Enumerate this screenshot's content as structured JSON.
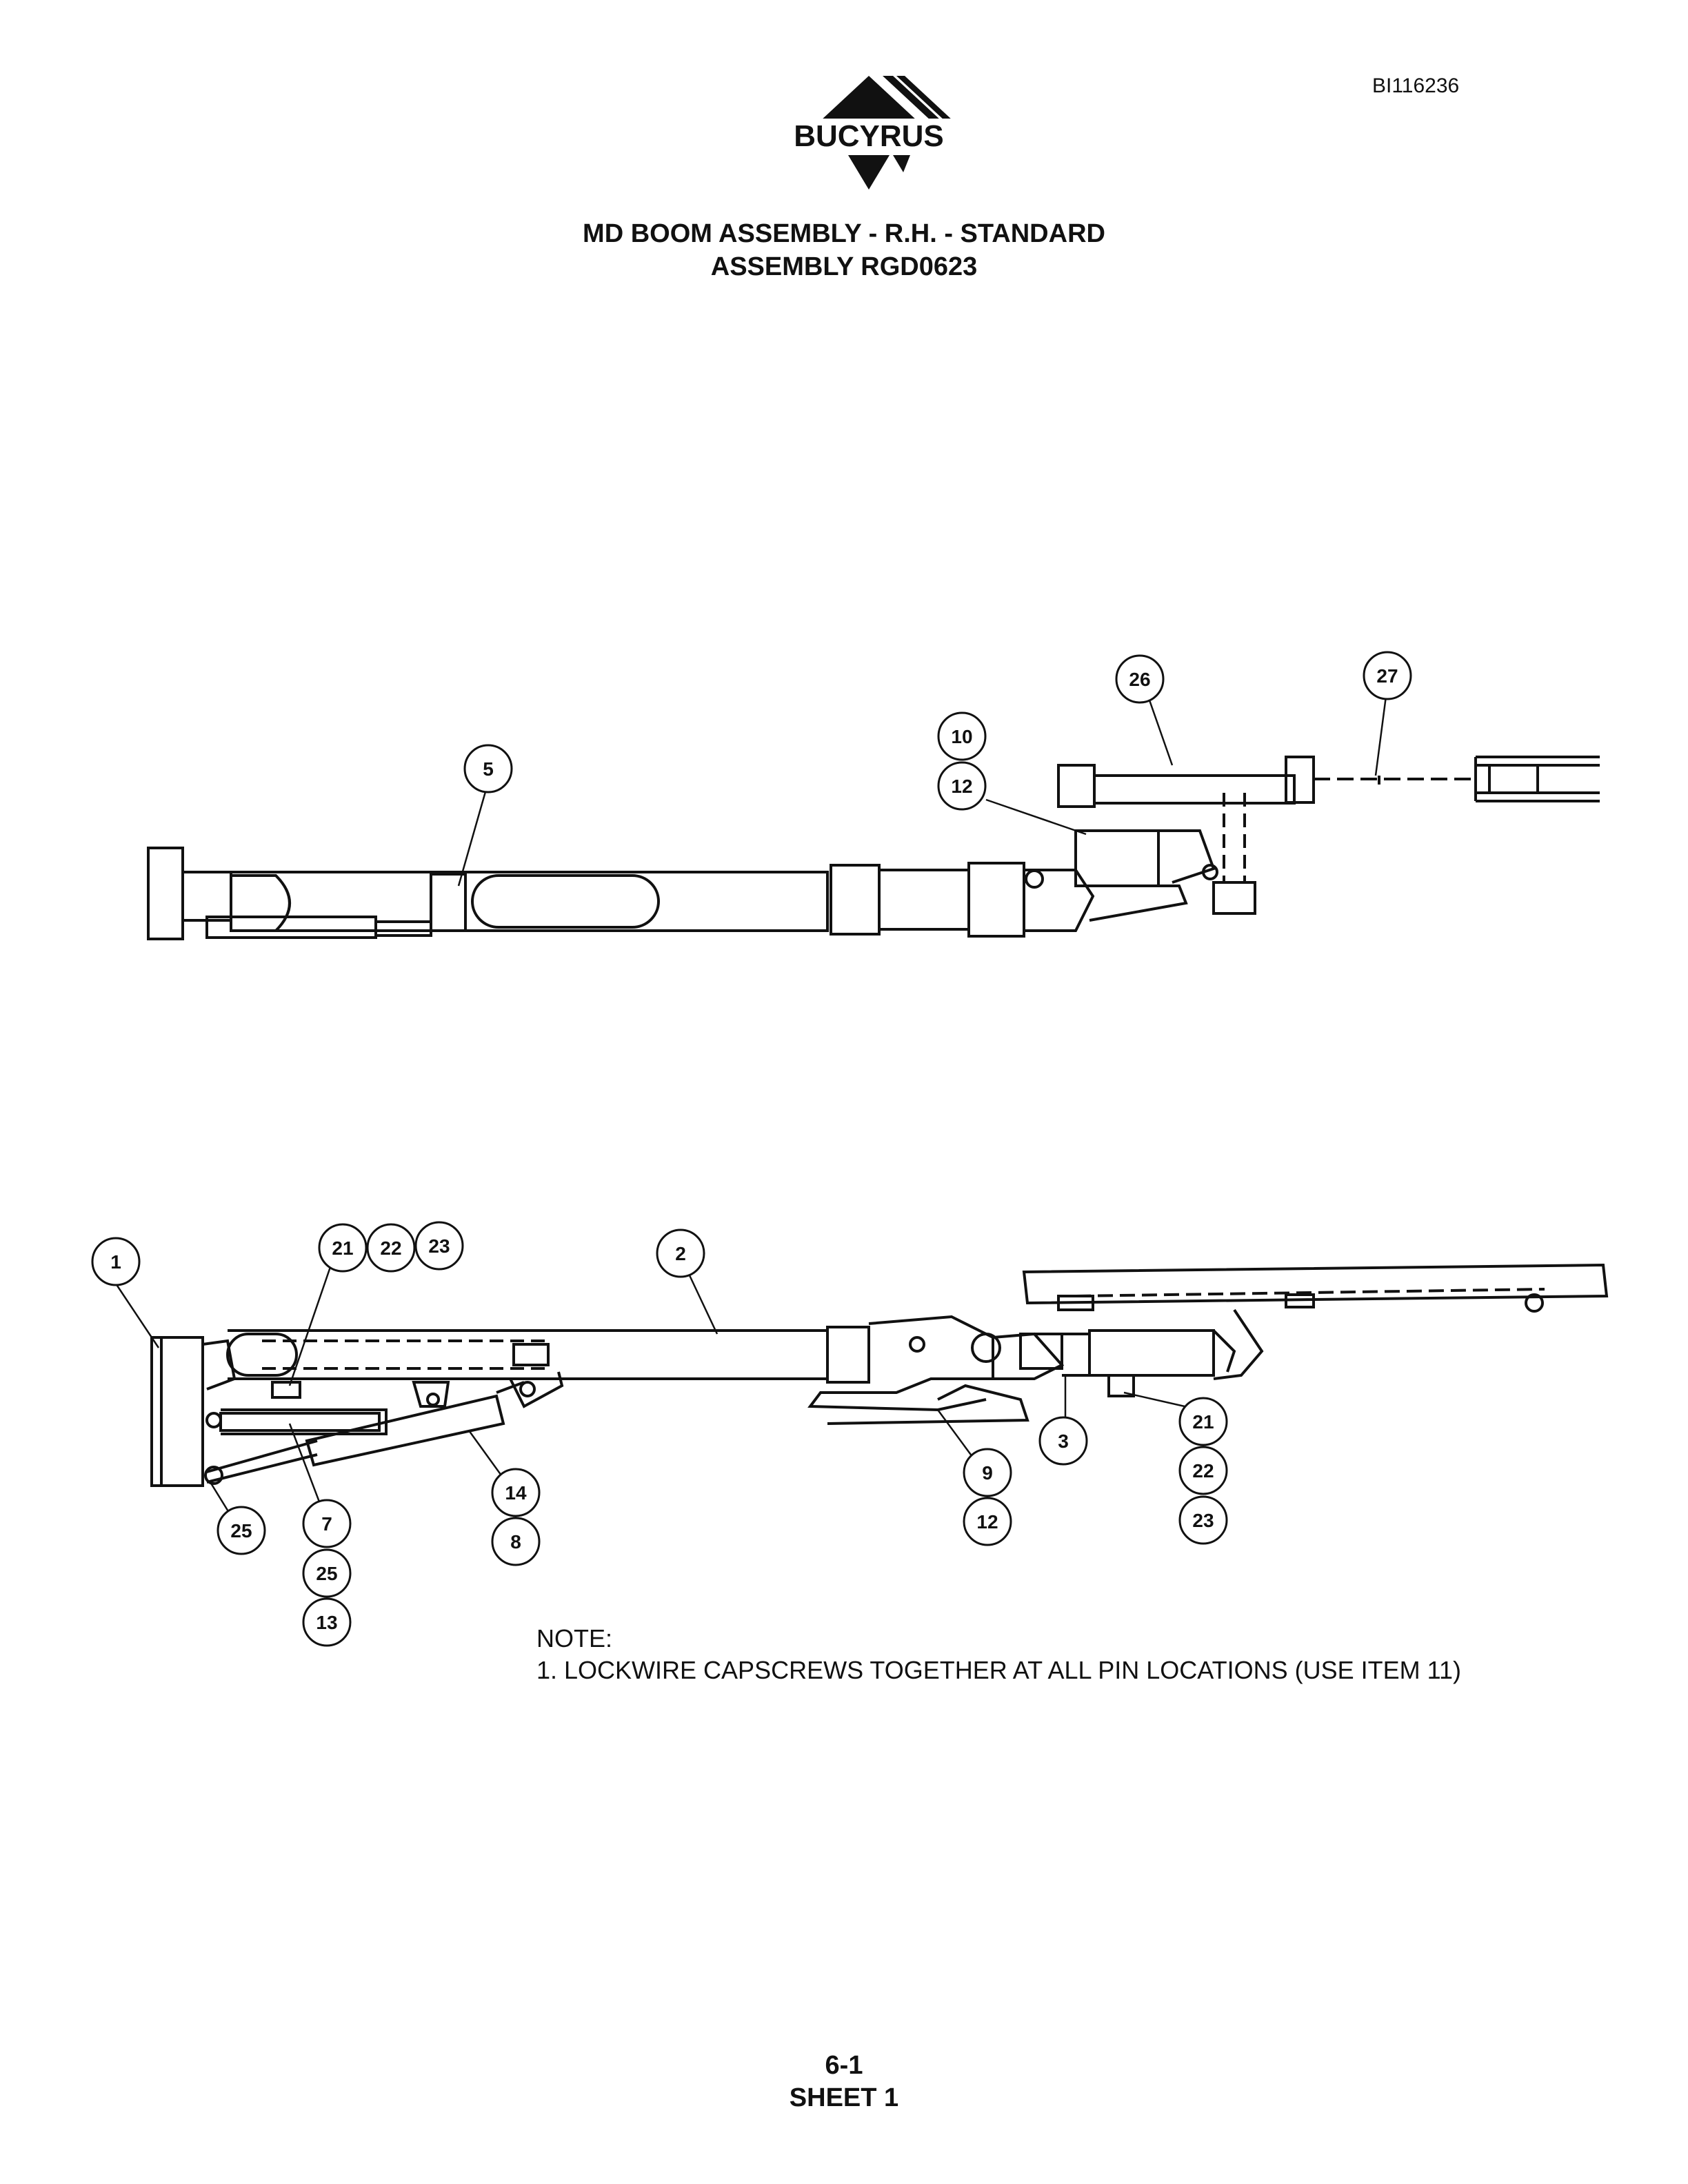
{
  "header": {
    "doc_id": "BI116236",
    "logo_text": "BUCYRUS",
    "title_line1": "MD BOOM ASSEMBLY - R.H. - STANDARD",
    "title_line2": "ASSEMBLY RGD0623"
  },
  "callouts_top": [
    "5",
    "10",
    "12",
    "26",
    "27"
  ],
  "callouts_bottom": [
    "1",
    "21",
    "22",
    "23",
    "2",
    "3",
    "21",
    "22",
    "23",
    "9",
    "12",
    "14",
    "8",
    "25",
    "7",
    "25",
    "13"
  ],
  "note": {
    "heading": "NOTE:",
    "line1": "1. LOCKWIRE CAPSCREWS TOGETHER AT ALL PIN LOCATIONS (USE ITEM 11)"
  },
  "footer": {
    "page": "6-1",
    "sheet": "SHEET 1"
  }
}
